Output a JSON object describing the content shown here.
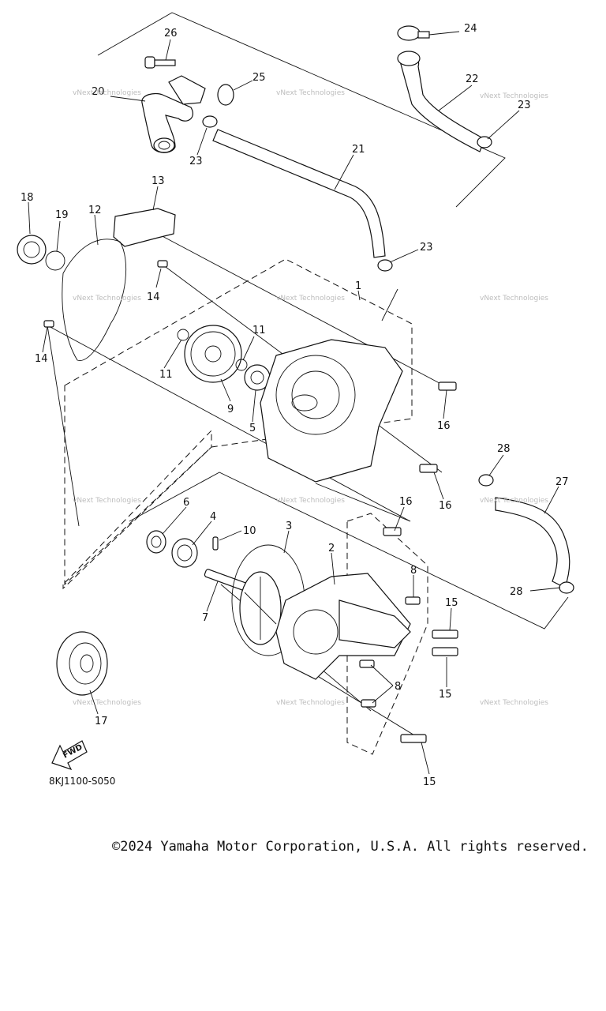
{
  "diagram": {
    "callouts": [
      "26",
      "24",
      "25",
      "20",
      "22",
      "23",
      "23",
      "21",
      "13",
      "18",
      "19",
      "12",
      "23",
      "1",
      "14",
      "11",
      "11",
      "14",
      "9",
      "5",
      "16",
      "16",
      "28",
      "27",
      "6",
      "4",
      "10",
      "3",
      "16",
      "2",
      "8",
      "7",
      "15",
      "15",
      "8",
      "28",
      "17",
      "15"
    ],
    "watermark": "vNext Technologies",
    "fwd_label": "FWD",
    "diagram_code": "8KJ1100-S050"
  },
  "footer": {
    "copyright": "©2024 Yamaha Motor Corporation, U.S.A. All rights reserved."
  }
}
